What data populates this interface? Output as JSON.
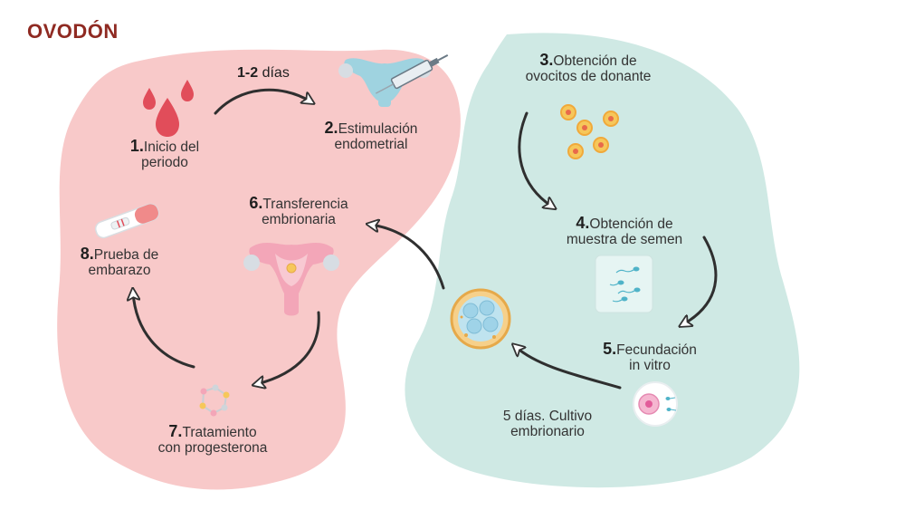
{
  "title": "OVODÓN",
  "interval": {
    "bold": "1-2",
    "rest": " días"
  },
  "steps": [
    {
      "num": "1.",
      "line1": "Inicio del",
      "line2": "periodo"
    },
    {
      "num": "2.",
      "line1": "Estimulación",
      "line2": "endometrial"
    },
    {
      "num": "3.",
      "line1": "Obtención de",
      "line2": "ovocitos de donante"
    },
    {
      "num": "4.",
      "line1": "Obtención de",
      "line2": "muestra de semen"
    },
    {
      "num": "5.",
      "line1": "Fecundación",
      "line2": "in vitro"
    },
    {
      "num": "6.",
      "line1": "Transferencia",
      "line2": "embrionaria"
    },
    {
      "num": "7.",
      "line1": "Tratamiento",
      "line2": "con progesterona"
    },
    {
      "num": "8.",
      "line1": "Prueba de",
      "line2": "embarazo"
    }
  ],
  "culture": {
    "line1": "5 días. Cultivo",
    "line2": "embrionario"
  },
  "colors": {
    "pink_blob": "#f8c9c9",
    "teal_blob": "#cfe9e4",
    "title": "#8f2a22"
  },
  "icons": [
    "blood-drops-icon",
    "uterus-syringe-icon",
    "oocytes-icon",
    "sperm-sample-icon",
    "embryo-culture-icon",
    "uterus-icon",
    "progesterone-molecule-icon",
    "pregnancy-test-icon",
    "fertilized-egg-icon"
  ]
}
